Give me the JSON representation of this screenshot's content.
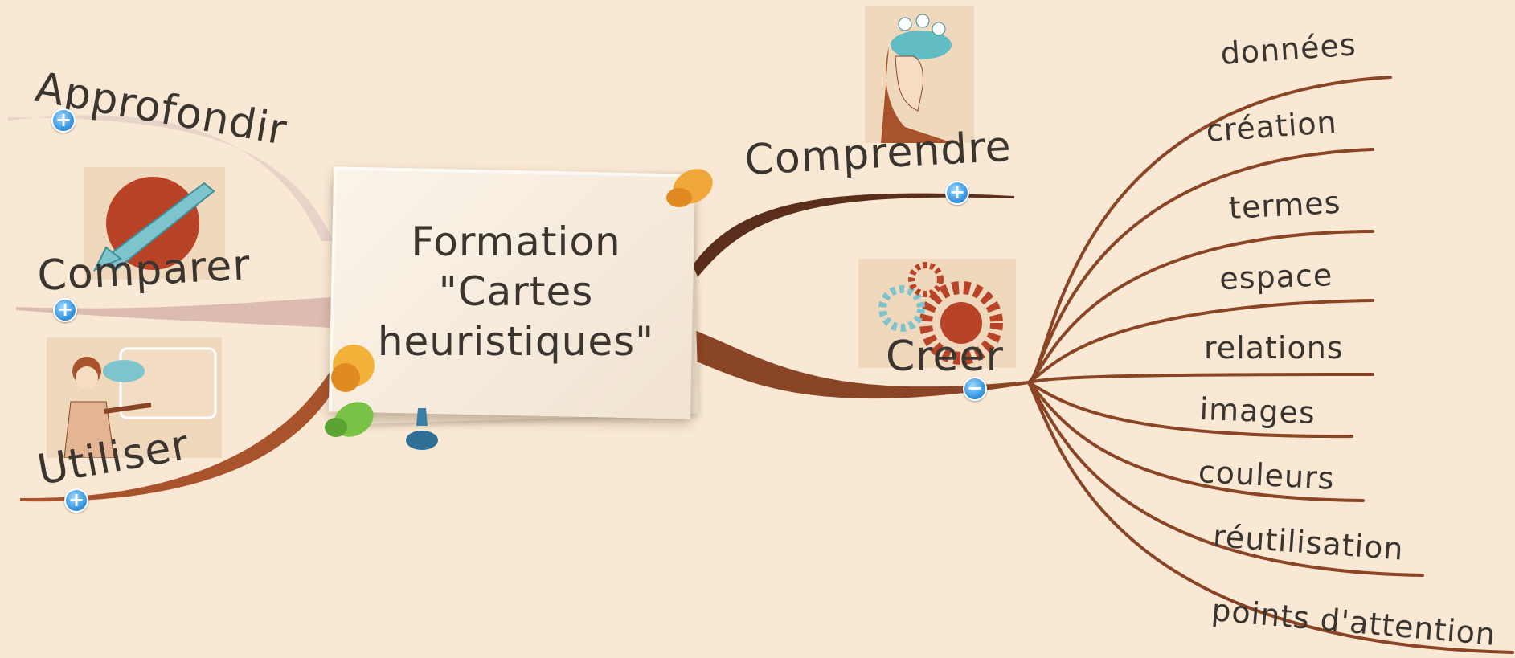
{
  "central_topic": {
    "line1": "Formation",
    "line2": "\"Cartes",
    "line3": "heuristiques\""
  },
  "branches": {
    "approfondir": {
      "label": "Approfondir",
      "toggle": "+"
    },
    "comparer": {
      "label": "Comparer",
      "toggle": "+"
    },
    "utiliser": {
      "label": "Utiliser",
      "toggle": "+"
    },
    "comprendre": {
      "label": "Comprendre",
      "toggle": "+"
    },
    "creer": {
      "label": "Creer",
      "toggle": "−",
      "children": [
        "données",
        "création",
        "termes",
        "espace",
        "relations",
        "images",
        "couleurs",
        "réutilisation",
        "points d'attention"
      ]
    }
  },
  "icons": [
    "rocket-icon",
    "presenter-woman-icon",
    "thinking-woman-icon",
    "gears-icon",
    "pushpin-icon"
  ],
  "colors": {
    "background": "#f8e8d4",
    "dark_branch": "#5a2e1a",
    "mid_branch": "#8a4426",
    "light_branch": "#dcc0b4",
    "toggle_blue": "#3a98e0"
  }
}
